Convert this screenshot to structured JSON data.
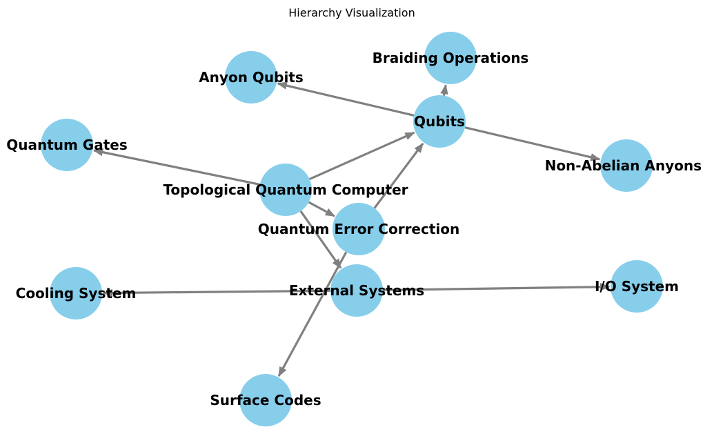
{
  "title": "Hierarchy Visualization",
  "colors": {
    "node_fill": "#87ceeb",
    "edge_stroke": "#808080",
    "label": "#000000",
    "background": "#ffffff"
  },
  "nodes": [
    {
      "id": "topological-quantum-computer",
      "label": "Topological Quantum Computer"
    },
    {
      "id": "qubits",
      "label": "Qubits"
    },
    {
      "id": "anyon-qubits",
      "label": "Anyon Qubits"
    },
    {
      "id": "braiding-operations",
      "label": "Braiding Operations"
    },
    {
      "id": "non-abelian-anyons",
      "label": "Non-Abelian Anyons"
    },
    {
      "id": "quantum-gates",
      "label": "Quantum Gates"
    },
    {
      "id": "quantum-error-correction",
      "label": "Quantum Error Correction"
    },
    {
      "id": "external-systems",
      "label": "External Systems"
    },
    {
      "id": "cooling-system",
      "label": "Cooling System"
    },
    {
      "id": "io-system",
      "label": "I/O System"
    },
    {
      "id": "surface-codes",
      "label": "Surface Codes"
    }
  ],
  "edges": [
    {
      "from": "topological-quantum-computer",
      "to": "qubits"
    },
    {
      "from": "topological-quantum-computer",
      "to": "quantum-gates"
    },
    {
      "from": "topological-quantum-computer",
      "to": "quantum-error-correction"
    },
    {
      "from": "topological-quantum-computer",
      "to": "external-systems"
    },
    {
      "from": "qubits",
      "to": "anyon-qubits"
    },
    {
      "from": "qubits",
      "to": "braiding-operations"
    },
    {
      "from": "qubits",
      "to": "non-abelian-anyons"
    },
    {
      "from": "quantum-error-correction",
      "to": "qubits"
    },
    {
      "from": "quantum-error-correction",
      "to": "surface-codes"
    },
    {
      "from": "external-systems",
      "to": "cooling-system"
    },
    {
      "from": "external-systems",
      "to": "io-system"
    }
  ]
}
